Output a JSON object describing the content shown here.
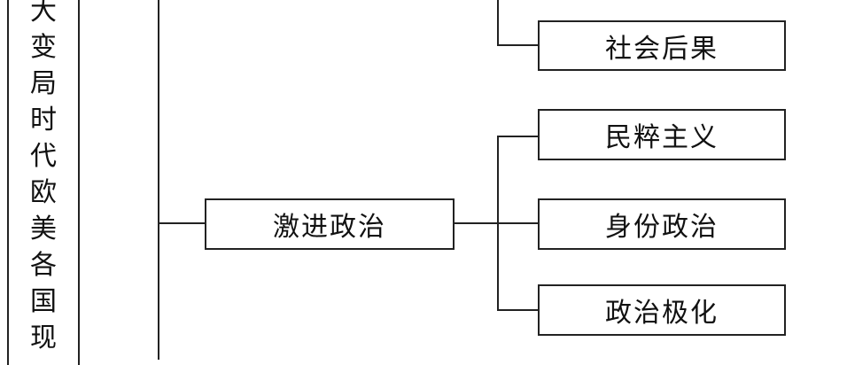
{
  "diagram": {
    "title_chars": [
      "大",
      "变",
      "局",
      "时",
      "代",
      "欧",
      "美",
      "各",
      "国",
      "现"
    ],
    "center_node": {
      "label": "激进政治"
    },
    "top_node": {
      "label": "社会后果"
    },
    "children": [
      {
        "label": "民粹主义"
      },
      {
        "label": "身份政治"
      },
      {
        "label": "政治极化"
      }
    ]
  }
}
